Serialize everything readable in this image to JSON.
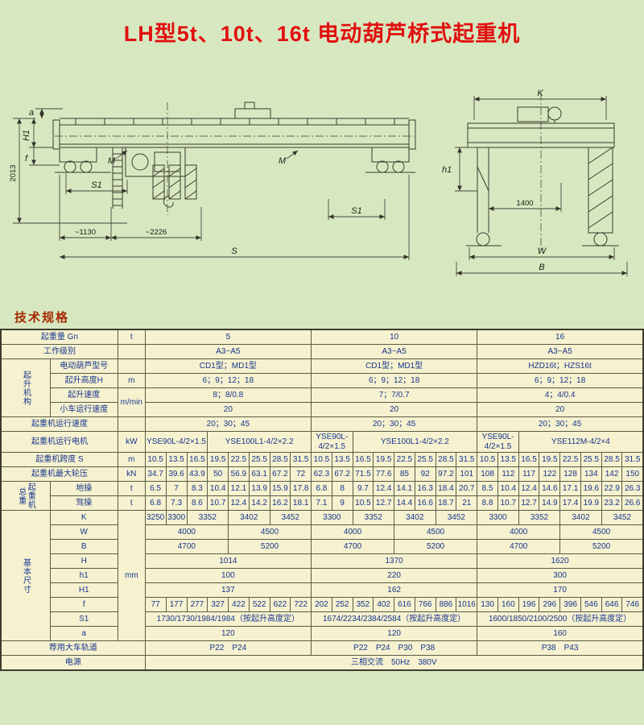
{
  "page": {
    "title": "LH型5t、10t、16t 电动葫芦桥式起重机",
    "section_title": "技术规格"
  },
  "drawings": {
    "left": {
      "a": "a",
      "H1": "H1",
      "f": "f",
      "height_2013": "2013",
      "S1": "S1",
      "S1b": "S1",
      "M1": "M",
      "M2": "M",
      "approx_1130": "~1130",
      "approx_2226": "~2226",
      "S": "S"
    },
    "right": {
      "K": "K",
      "h1": "h1",
      "w1400": "1400",
      "W": "W",
      "B": "B"
    }
  },
  "table": {
    "rows": [
      [
        {
          "t": "起重量 Gn",
          "cs": 2,
          "cls": "lbl"
        },
        {
          "t": "t",
          "cls": "unit"
        },
        {
          "t": "5",
          "cs": 8,
          "cls": "big"
        },
        {
          "t": "10",
          "cs": 8,
          "cls": "big"
        },
        {
          "t": "16",
          "cs": 8,
          "cls": "big"
        }
      ],
      [
        {
          "t": "工作级别",
          "cs": 2,
          "cls": "lbl"
        },
        {
          "t": "",
          "cls": "unit"
        },
        {
          "t": "A3~A5",
          "cs": 8
        },
        {
          "t": "A3~A5",
          "cs": 8
        },
        {
          "t": "A3~A5",
          "cs": 8
        }
      ],
      [
        {
          "t": "起升机构",
          "rs": 4,
          "cls": "grp"
        },
        {
          "t": "电动葫芦型号",
          "cls": "lbl"
        },
        {
          "t": "",
          "cls": "unit"
        },
        {
          "t": "CD1型；MD1型",
          "cs": 8
        },
        {
          "t": "CD1型；MD1型",
          "cs": 8
        },
        {
          "t": "HZD16t；HZS16t",
          "cs": 8
        }
      ],
      [
        {
          "t": "起升高度H",
          "cls": "lbl"
        },
        {
          "t": "m",
          "cls": "unit"
        },
        {
          "t": "6；9；12；18",
          "cs": 8
        },
        {
          "t": "6；9；12；18",
          "cs": 8
        },
        {
          "t": "6；9；12；18",
          "cs": 8
        }
      ],
      [
        {
          "t": "起升速度",
          "cls": "lbl"
        },
        {
          "t": "m/min",
          "rs": 2,
          "cls": "unit"
        },
        {
          "t": "8；8/0.8",
          "cs": 8
        },
        {
          "t": "7；7/0.7",
          "cs": 8
        },
        {
          "t": "4；4/0.4",
          "cs": 8
        }
      ],
      [
        {
          "t": "小车运行速度",
          "cls": "lbl"
        },
        {
          "t": "20",
          "cs": 8
        },
        {
          "t": "20",
          "cs": 8
        },
        {
          "t": "20",
          "cs": 8
        }
      ],
      [
        {
          "t": "起重机运行速度",
          "cs": 2,
          "cls": "lbl"
        },
        {
          "t": "",
          "cls": "unit"
        },
        {
          "t": "20；30；45",
          "cs": 8
        },
        {
          "t": "20；30；45",
          "cs": 8
        },
        {
          "t": "20；30；45",
          "cs": 8
        }
      ],
      [
        {
          "t": "起重机运行电机",
          "cs": 2,
          "cls": "lbl"
        },
        {
          "t": "kW",
          "cls": "unit"
        },
        {
          "t": "YSE90L-4/2×1.5",
          "cs": 3,
          "cls": "sm"
        },
        {
          "t": "YSE100L1-4/2×2.2",
          "cs": 5,
          "cls": "sm"
        },
        {
          "t": "YSE90L-4/2×1.5",
          "cs": 2,
          "cls": "sm"
        },
        {
          "t": "YSE100L1-4/2×2.2",
          "cs": 6,
          "cls": "sm"
        },
        {
          "t": "YSE90L-4/2×1.5",
          "cs": 2,
          "cls": "sm"
        },
        {
          "t": "YSE112M-4/2×4",
          "cs": 6,
          "cls": "sm"
        }
      ],
      [
        {
          "t": "起重机跨度 S",
          "cs": 2,
          "cls": "lbl"
        },
        {
          "t": "m",
          "cls": "unit"
        },
        "10.5",
        "13.5",
        "16.5",
        "19.5",
        "22.5",
        "25.5",
        "28.5",
        "31.5",
        "10.5",
        "13.5",
        "16.5",
        "19.5",
        "22.5",
        "25.5",
        "28.5",
        "31.5",
        "10.5",
        "13.5",
        "16.5",
        "19.5",
        "22.5",
        "25.5",
        "28.5",
        "31.5"
      ],
      [
        {
          "t": "起重机最大轮压",
          "cs": 2,
          "cls": "lbl"
        },
        {
          "t": "kN",
          "cls": "unit"
        },
        "34.7",
        "39.6",
        "43.9",
        "50",
        "56.9",
        "63.1",
        "67.2",
        "72",
        "62.3",
        "67.2",
        "71.5",
        "77.6",
        "85",
        "92",
        "97.2",
        "101",
        "108",
        "112",
        "117",
        "122",
        "128",
        "134",
        "142",
        "150"
      ],
      [
        {
          "t": "起重机总重",
          "rs": 2,
          "cls": "grp"
        },
        {
          "t": "地操",
          "cls": "pl"
        },
        {
          "t": "t",
          "cls": "unit"
        },
        "6.5",
        "7",
        "8.3",
        "10.4",
        "12.1",
        "13.9",
        "15.9",
        "17.8",
        "6.8",
        "8",
        "9.7",
        "12.4",
        "14.1",
        "16.3",
        "18.4",
        "20.7",
        "8.5",
        "10.4",
        "12.4",
        "14.6",
        "17.1",
        "19.6",
        "22.9",
        "26.3"
      ],
      [
        {
          "t": "驾操",
          "cls": "pl"
        },
        {
          "t": "t",
          "cls": "unit"
        },
        "6.8",
        "7.3",
        "8.6",
        "10.7",
        "12.4",
        "14.2",
        "16.2",
        "18.1",
        "7.1",
        "9",
        "10.5",
        "12.7",
        "14.4",
        "16.6",
        "18.7",
        "21",
        "8.8",
        "10.7",
        "12.7",
        "14.9",
        "17.4",
        "19.9",
        "23.2",
        "26.6"
      ],
      [
        {
          "t": "基本尺寸",
          "rs": 9,
          "cls": "grp"
        },
        {
          "t": "K",
          "cls": "pl"
        },
        {
          "t": "mm",
          "rs": 9,
          "cls": "unit"
        },
        "3250",
        "3300",
        {
          "t": "3352",
          "cs": 2
        },
        {
          "t": "3402",
          "cs": 2
        },
        {
          "t": "3452",
          "cs": 2
        },
        {
          "t": "3300",
          "cs": 2
        },
        {
          "t": "3352",
          "cs": 2
        },
        {
          "t": "3402",
          "cs": 2
        },
        {
          "t": "3452",
          "cs": 2
        },
        {
          "t": "3300",
          "cs": 2
        },
        {
          "t": "3352",
          "cs": 2
        },
        {
          "t": "3402",
          "cs": 2
        },
        {
          "t": "3452",
          "cs": 2
        }
      ],
      [
        {
          "t": "W",
          "cls": "pl"
        },
        {
          "t": "4000",
          "cs": 4
        },
        {
          "t": "4500",
          "cs": 4
        },
        {
          "t": "4000",
          "cs": 4
        },
        {
          "t": "4500",
          "cs": 4
        },
        {
          "t": "4000",
          "cs": 4
        },
        {
          "t": "4500",
          "cs": 4
        }
      ],
      [
        {
          "t": "B",
          "cls": "pl"
        },
        {
          "t": "4700",
          "cs": 4
        },
        {
          "t": "5200",
          "cs": 4
        },
        {
          "t": "4700",
          "cs": 4
        },
        {
          "t": "5200",
          "cs": 4
        },
        {
          "t": "4700",
          "cs": 4
        },
        {
          "t": "5200",
          "cs": 4
        }
      ],
      [
        {
          "t": "H",
          "cls": "pl"
        },
        {
          "t": "1014",
          "cs": 8
        },
        {
          "t": "1370",
          "cs": 8
        },
        {
          "t": "1620",
          "cs": 8
        }
      ],
      [
        {
          "t": "h1",
          "cls": "pl"
        },
        {
          "t": "100",
          "cs": 8
        },
        {
          "t": "220",
          "cs": 8
        },
        {
          "t": "300",
          "cs": 8
        }
      ],
      [
        {
          "t": "H1",
          "cls": "pl"
        },
        {
          "t": "137",
          "cs": 8
        },
        {
          "t": "162",
          "cs": 8
        },
        {
          "t": "170",
          "cs": 8
        }
      ],
      [
        {
          "t": "f",
          "cls": "pl"
        },
        "77",
        "177",
        "277",
        "327",
        "422",
        "522",
        "622",
        "722",
        "202",
        "252",
        "352",
        "402",
        "616",
        "766",
        "886",
        "1016",
        "130",
        "160",
        "196",
        "296",
        "396",
        "546",
        "646",
        "746"
      ],
      [
        {
          "t": "S1",
          "cls": "pl"
        },
        {
          "t": "1730/1730/1984/1984（按起升高度定）",
          "cs": 8,
          "cls": "sm"
        },
        {
          "t": "1674/2234/2384/2584（按起升高度定）",
          "cs": 8,
          "cls": "sm"
        },
        {
          "t": "1600/1850/2100/2500（按起升高度定）",
          "cs": 8,
          "cls": "sm"
        }
      ],
      [
        {
          "t": "a",
          "cls": "pl"
        },
        {
          "t": "120",
          "cs": 8
        },
        {
          "t": "120",
          "cs": 8
        },
        {
          "t": "160",
          "cs": 8
        }
      ],
      [
        {
          "t": "荐用大车轨道",
          "cs": 3,
          "cls": "lbl"
        },
        {
          "t": "P22　P24",
          "cs": 8
        },
        {
          "t": "P22　P24　P30　P38",
          "cs": 8
        },
        {
          "t": "P38　P43",
          "cs": 8
        }
      ],
      [
        {
          "t": "电源",
          "cs": 3,
          "cls": "lblc"
        },
        {
          "t": "三相交流　50Hz　380V",
          "cs": 24
        }
      ]
    ]
  }
}
